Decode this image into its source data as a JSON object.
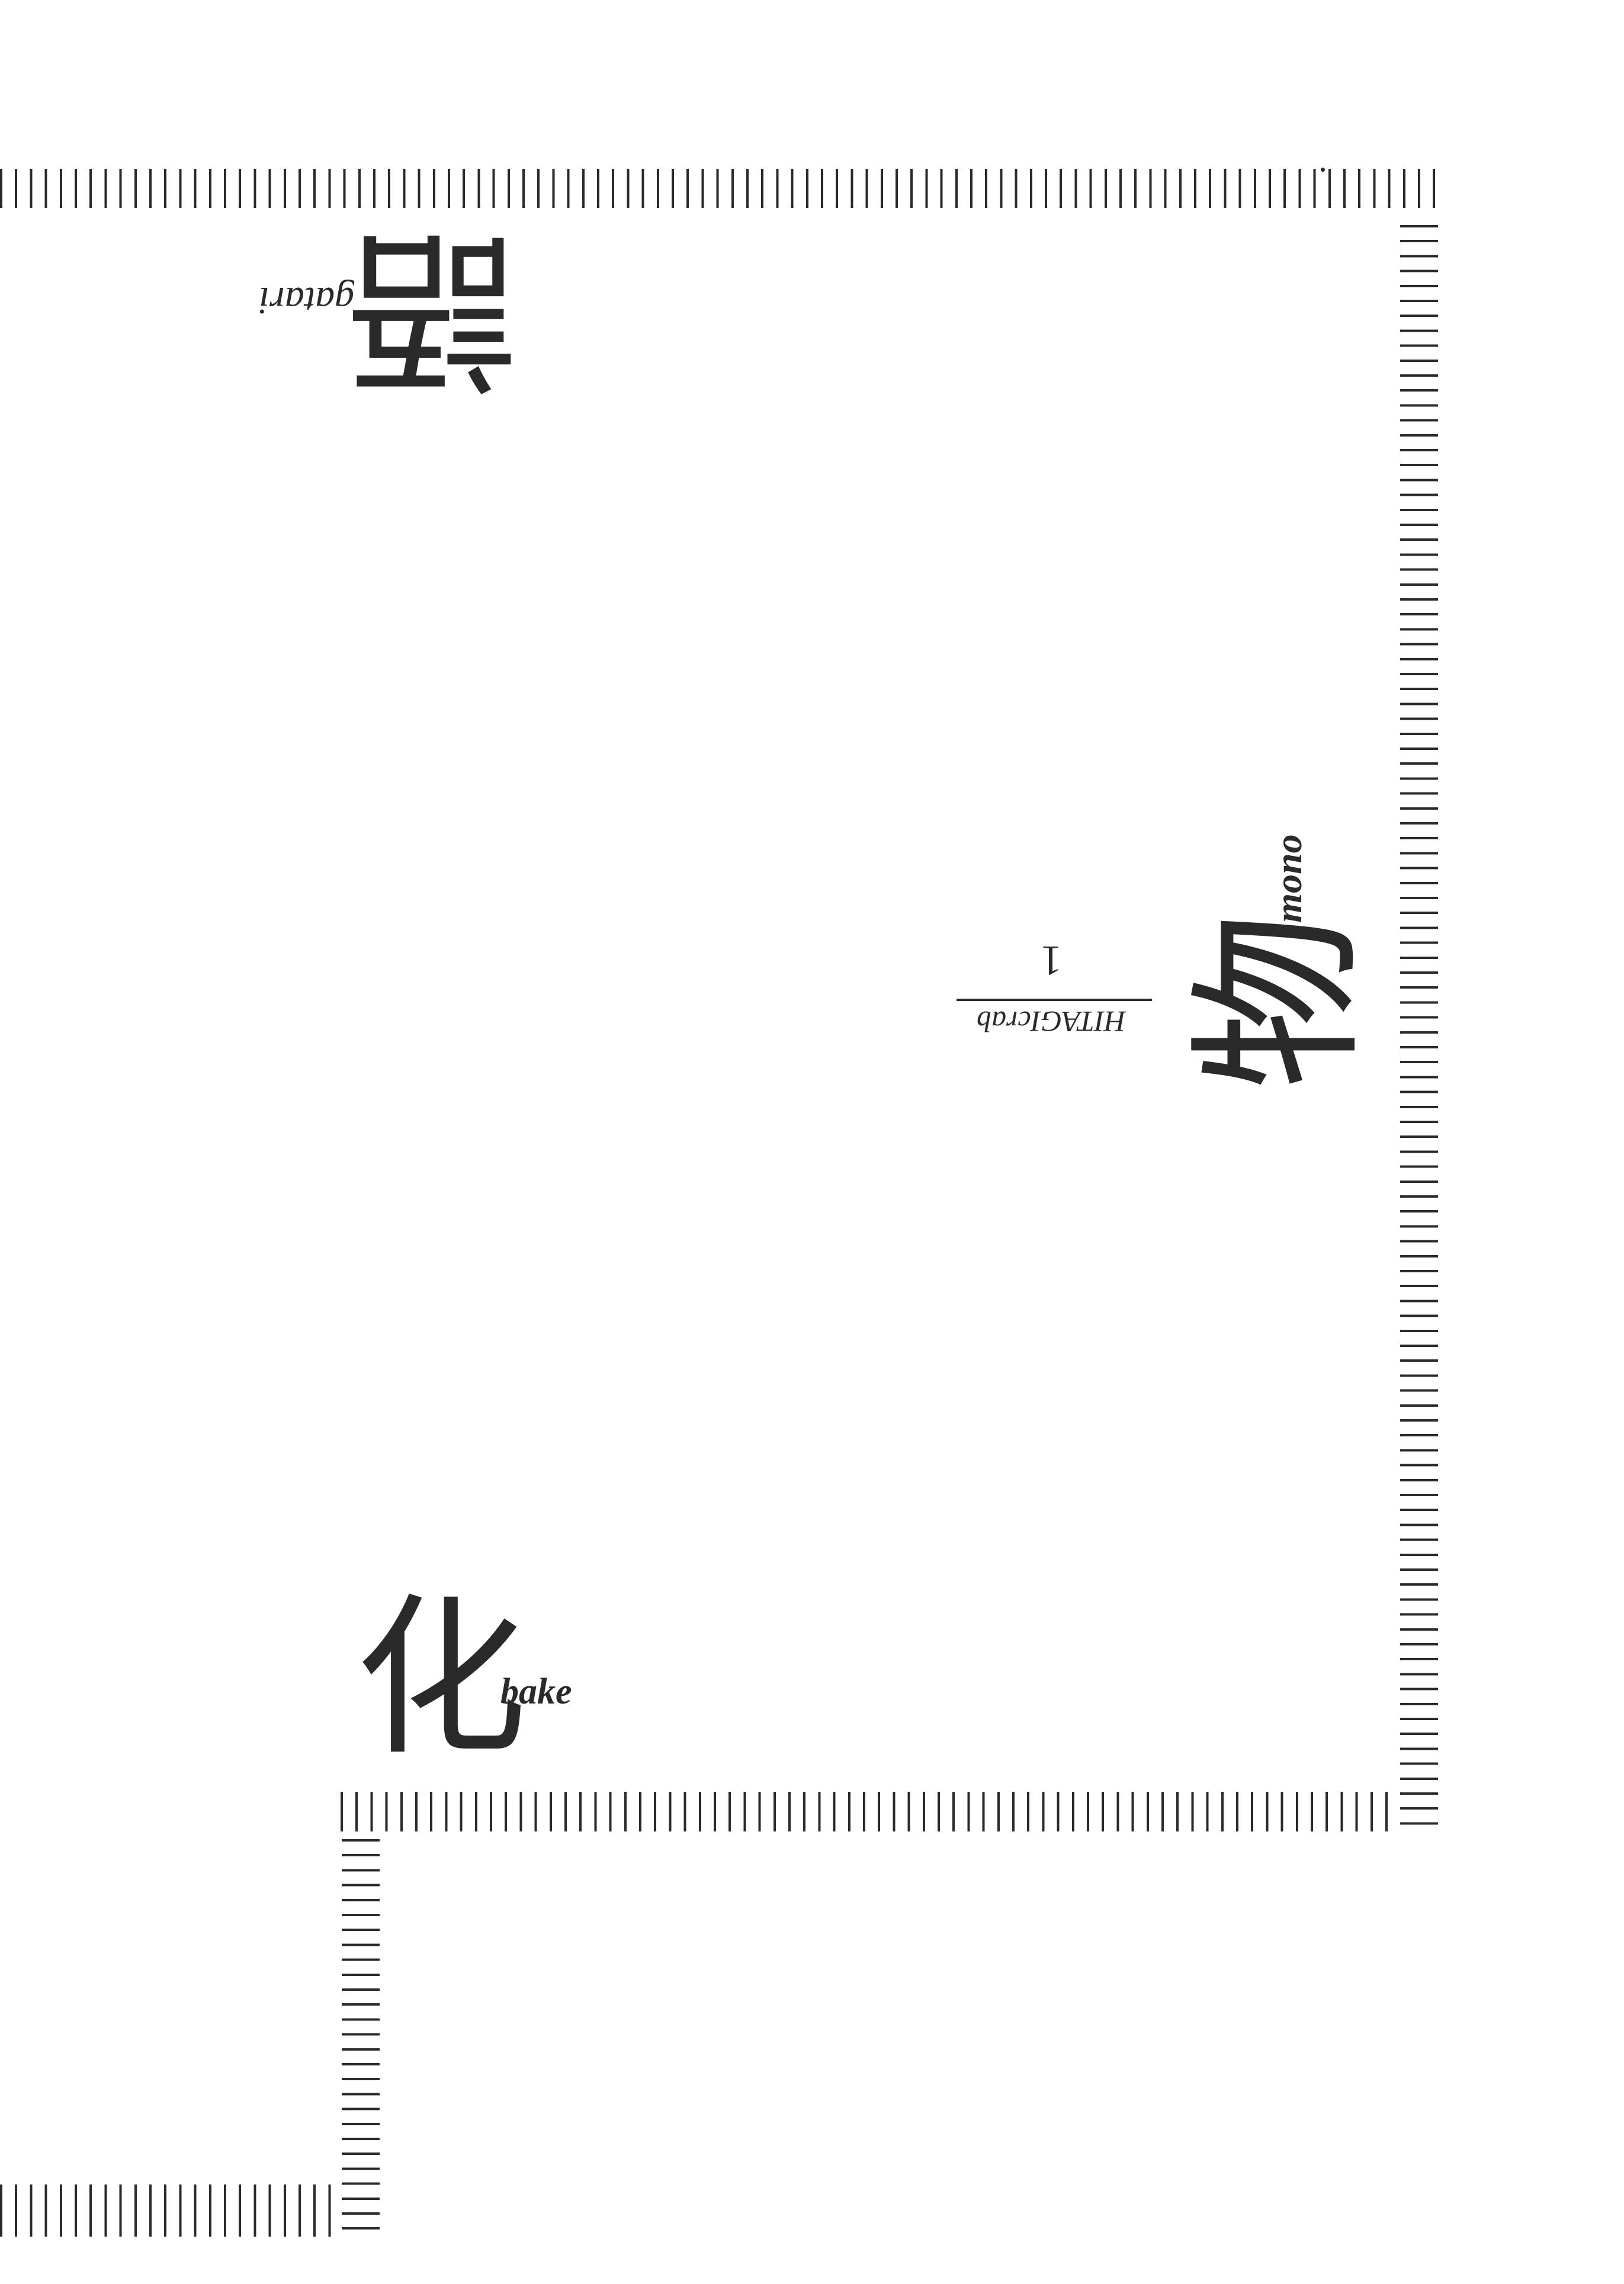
{
  "title_page": {
    "kanji": {
      "bake": "化",
      "mono": "物",
      "gatari": "語"
    },
    "romaji": {
      "bake": "bake",
      "mono": "mono",
      "gatari": "gatari"
    },
    "chapter": {
      "number": "1",
      "name": "HITAGIcrab"
    }
  },
  "colors": {
    "ink": "#2a2a2a",
    "paper": "#ffffff"
  }
}
